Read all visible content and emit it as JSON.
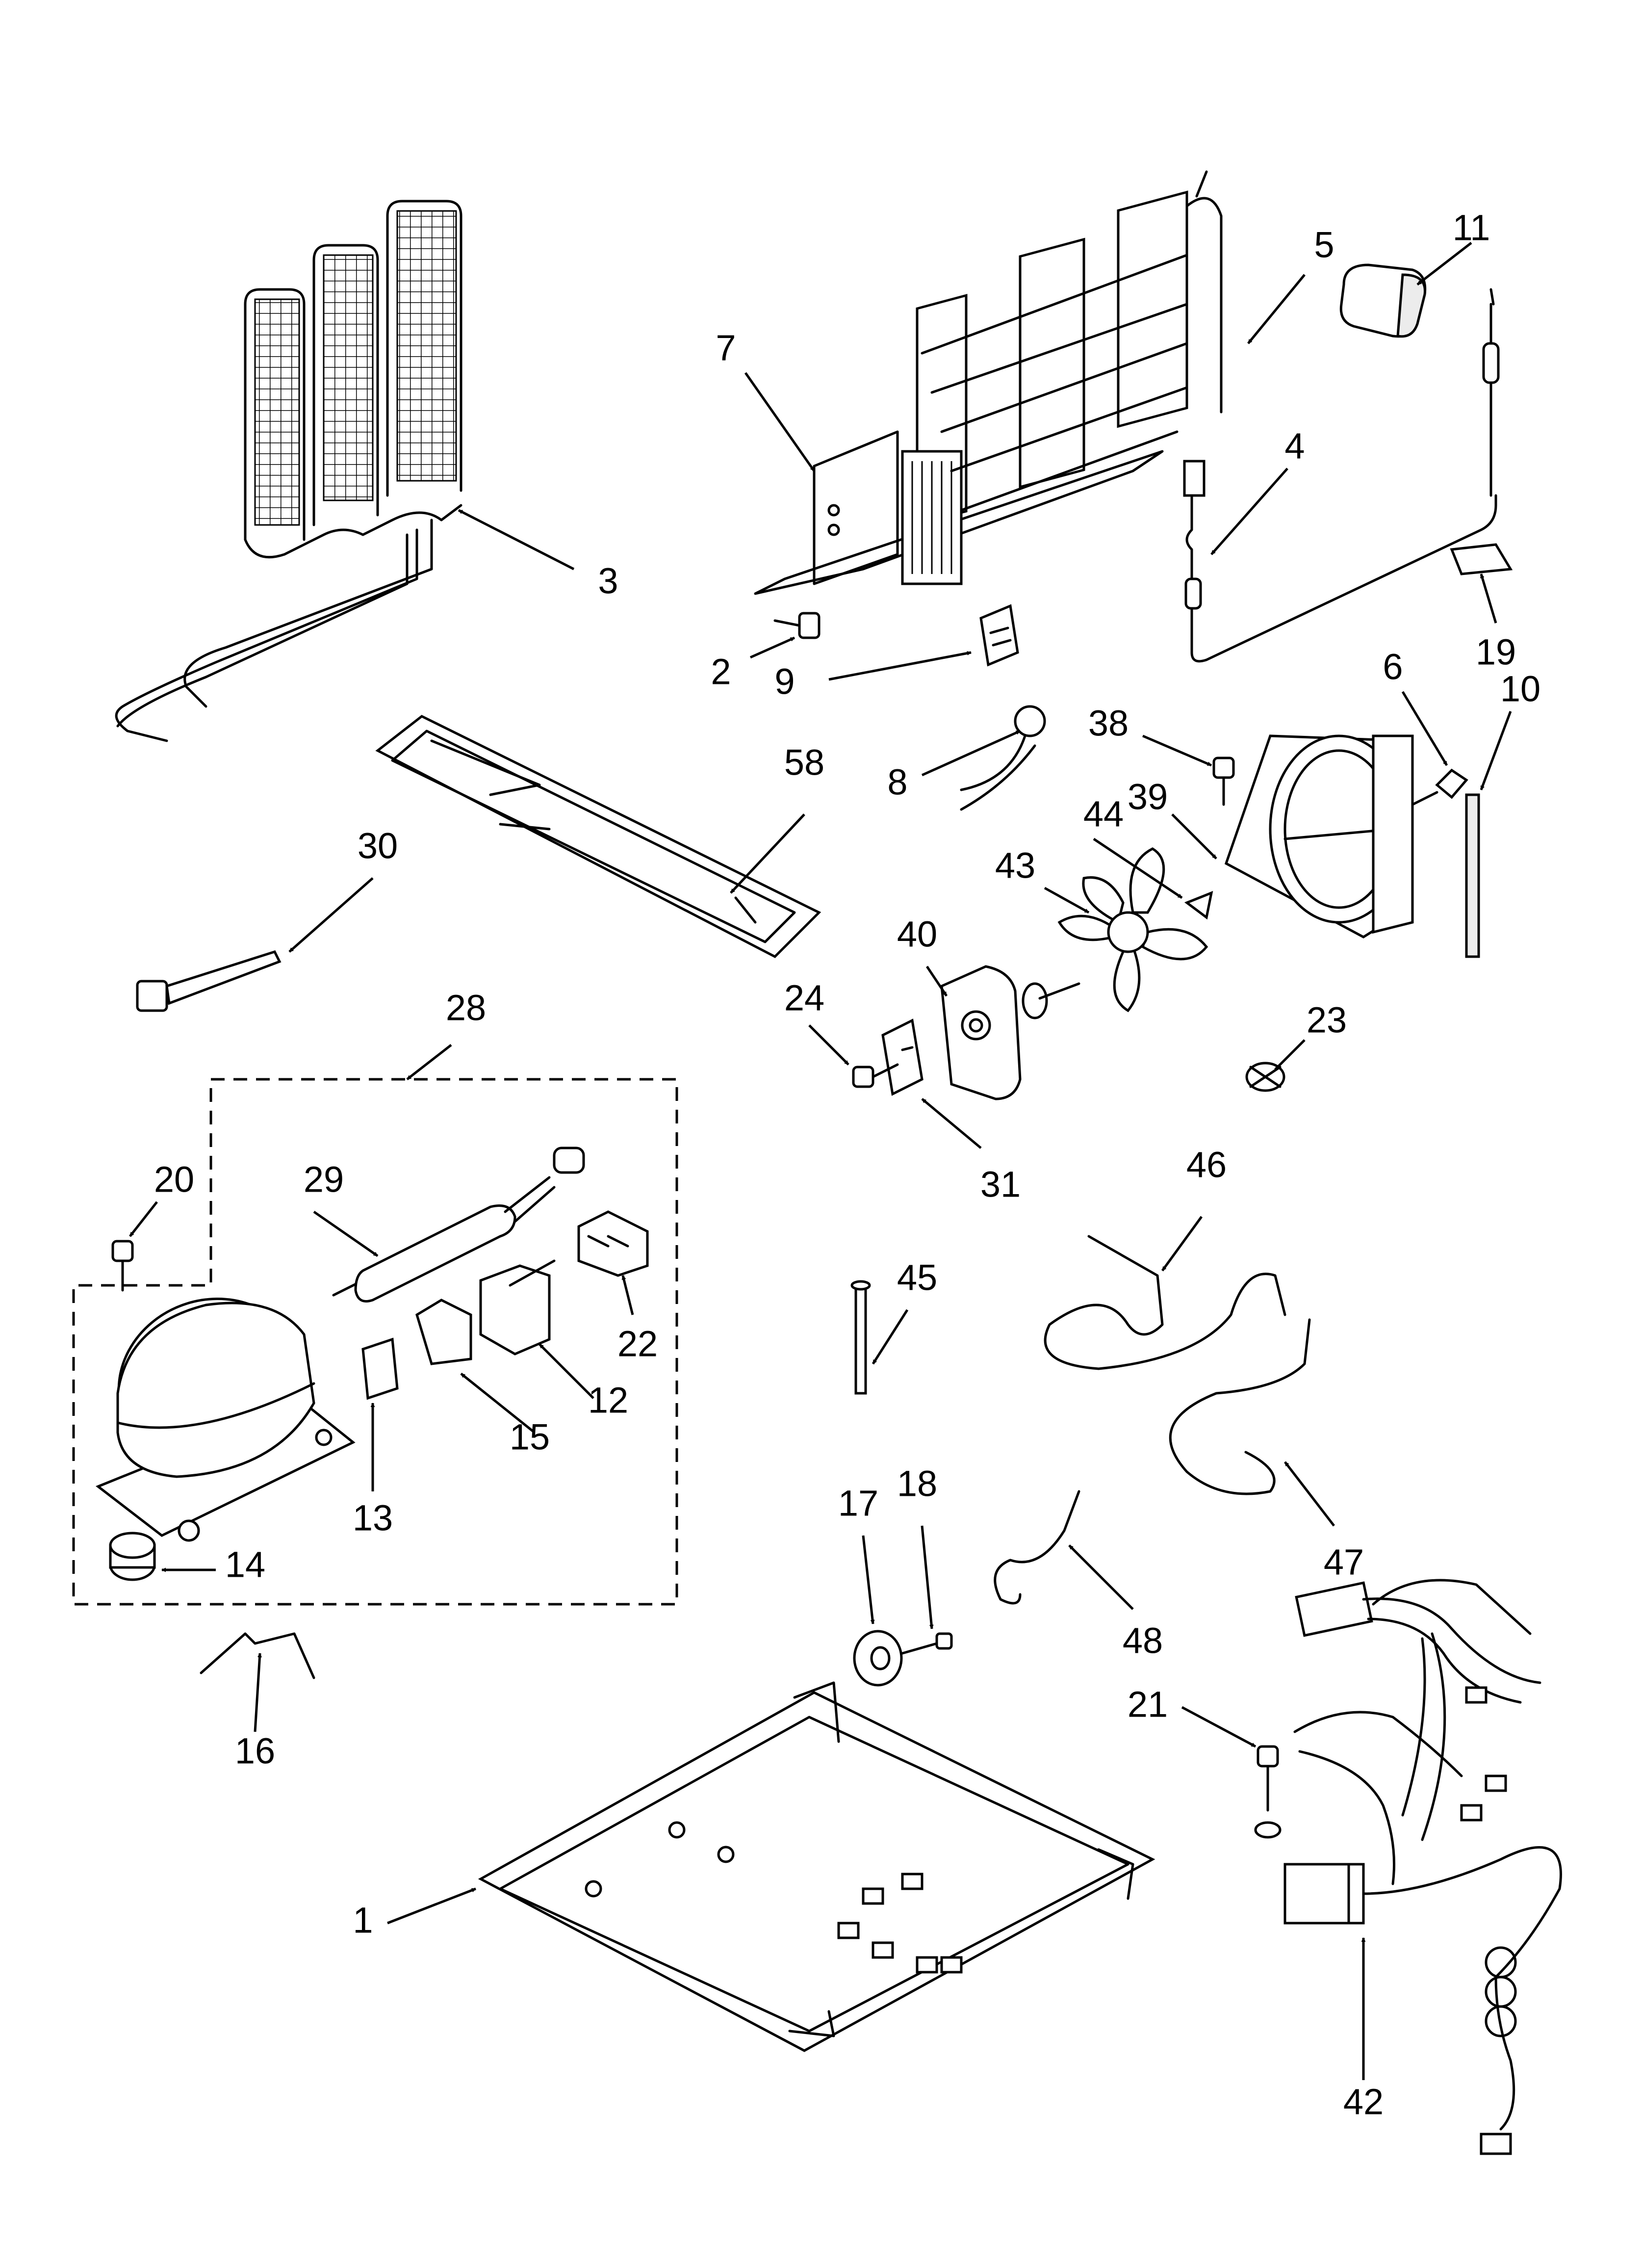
{
  "diagram": {
    "type": "exploded parts diagram",
    "callouts": [
      "1",
      "2",
      "3",
      "4",
      "5",
      "6",
      "7",
      "8",
      "9",
      "10",
      "11",
      "12",
      "13",
      "14",
      "15",
      "16",
      "17",
      "18",
      "19",
      "20",
      "21",
      "22",
      "23",
      "24",
      "28",
      "29",
      "30",
      "31",
      "38",
      "39",
      "40",
      "42",
      "43",
      "44",
      "45",
      "46",
      "47",
      "48",
      "58"
    ]
  }
}
